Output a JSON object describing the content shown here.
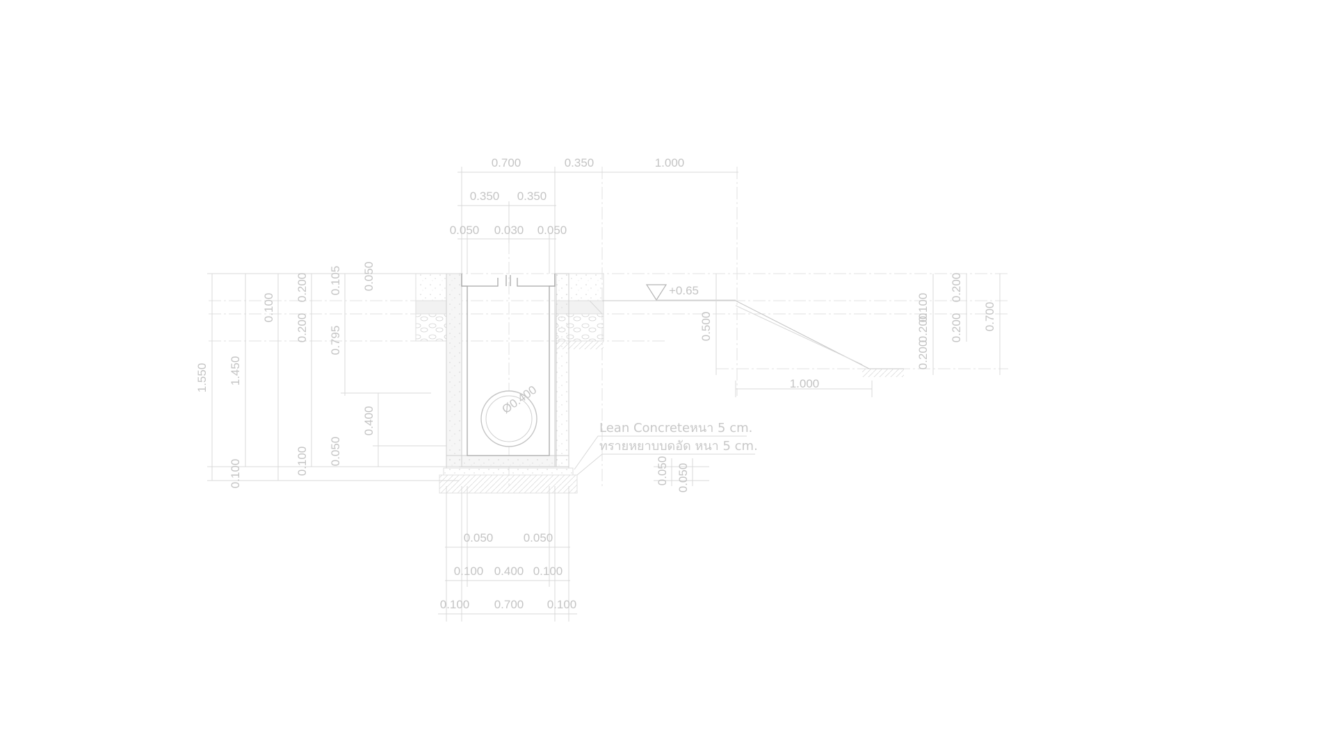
{
  "drawing": {
    "top_dimensions": {
      "row1": [
        "0.700",
        "0.350",
        "1.000"
      ],
      "row2": [
        "0.350",
        "0.350"
      ],
      "row3": [
        "0.050",
        "0.030",
        "0.050"
      ]
    },
    "left_dimensions": [
      "1.550",
      "1.450",
      "0.100",
      "0.200",
      "0.200",
      "0.105",
      "0.050",
      "0.795",
      "0.400",
      "0.100",
      "0.050",
      "0.100"
    ],
    "right_dimensions": [
      "0.500",
      "0.100",
      "0.200",
      "0.200",
      "0.200",
      "0.200",
      "0.700"
    ],
    "right_bottom_dimension": "1.000",
    "near_base_dimensions": [
      "0.050",
      "0.050"
    ],
    "bottom_dimensions": {
      "row1": [
        "0.050",
        "0.050"
      ],
      "row2": [
        "0.100",
        "0.400",
        "0.100"
      ],
      "row3": [
        "0.100",
        "0.700",
        "0.100"
      ]
    },
    "pipe_label": "Ø0.400",
    "elevation": "+0.65",
    "notes": [
      "Lean Concreteหนา 5 cm.",
      "ทรายหยาบบดอัด หนา 5 cm."
    ],
    "colors": {
      "line": "#d8d8d8",
      "text": "#c4c4c4",
      "structure": "#a8a8a8"
    }
  }
}
